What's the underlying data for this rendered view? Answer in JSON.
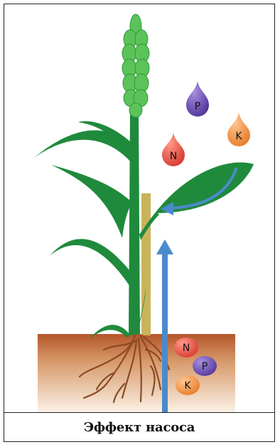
{
  "caption": "Эффект насоса",
  "nutrients": {
    "falling": [
      {
        "label": "P",
        "color": "#6a48a8"
      },
      {
        "label": "K",
        "color": "#ef8a3a"
      },
      {
        "label": "N",
        "color": "#e0463a"
      }
    ],
    "soil": [
      {
        "label": "N",
        "color": "#e0463a"
      },
      {
        "label": "P",
        "color": "#6a48a8"
      },
      {
        "label": "K",
        "color": "#ef8a3a"
      }
    ]
  },
  "colors": {
    "leaf": "#1f8a3c",
    "ear": "#5cc25a",
    "soil_top": "#b4552a",
    "soil_bottom": "#fbf1e6",
    "arrow": "#4a8acb",
    "xylem": "#c9b45a",
    "roots": "#8a4a24"
  }
}
